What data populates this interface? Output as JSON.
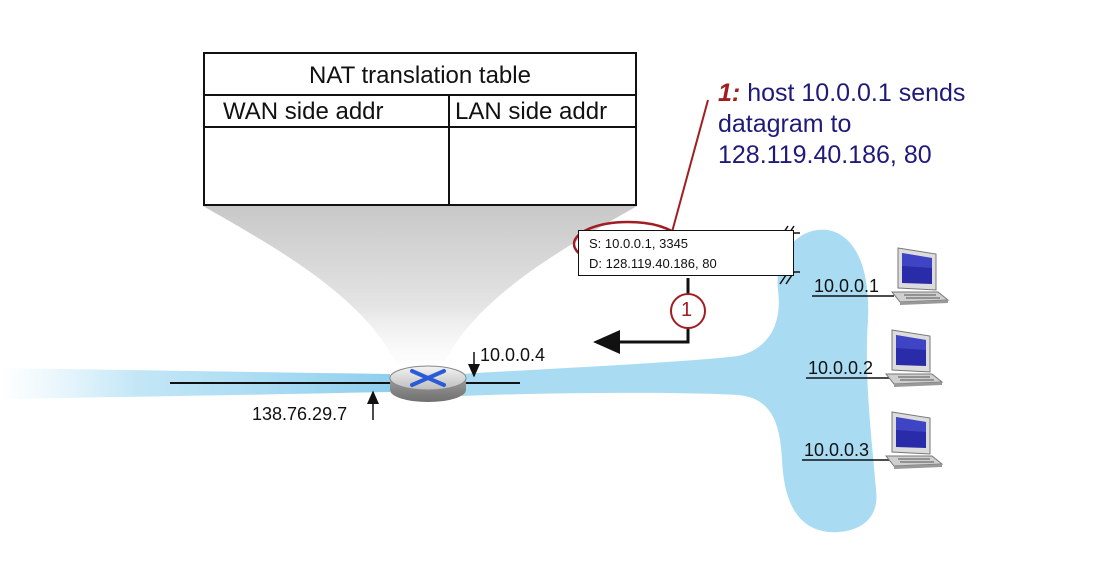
{
  "nat_table": {
    "title": "NAT translation table",
    "col_wan": "WAN side addr",
    "col_lan": "LAN side addr"
  },
  "callout": {
    "step": "1:",
    "line1": "host 10.0.0.1 sends",
    "line2": "datagram to",
    "line3": "128.119.40.186, 80"
  },
  "datagram": {
    "source": "S: 10.0.0.1, 3345",
    "destination": "D: 128.119.40.186, 80"
  },
  "step_marker": "1",
  "router": {
    "wan_ip": "138.76.29.7",
    "lan_ip": "10.0.0.4"
  },
  "hosts": [
    {
      "ip": "10.0.0.1"
    },
    {
      "ip": "10.0.0.2"
    },
    {
      "ip": "10.0.0.3"
    }
  ],
  "colors": {
    "network_blue": "#a9dcf3",
    "callout_text": "#1f1a7a",
    "highlight_red": "#a01e22",
    "router_x": "#2a5bd7"
  }
}
